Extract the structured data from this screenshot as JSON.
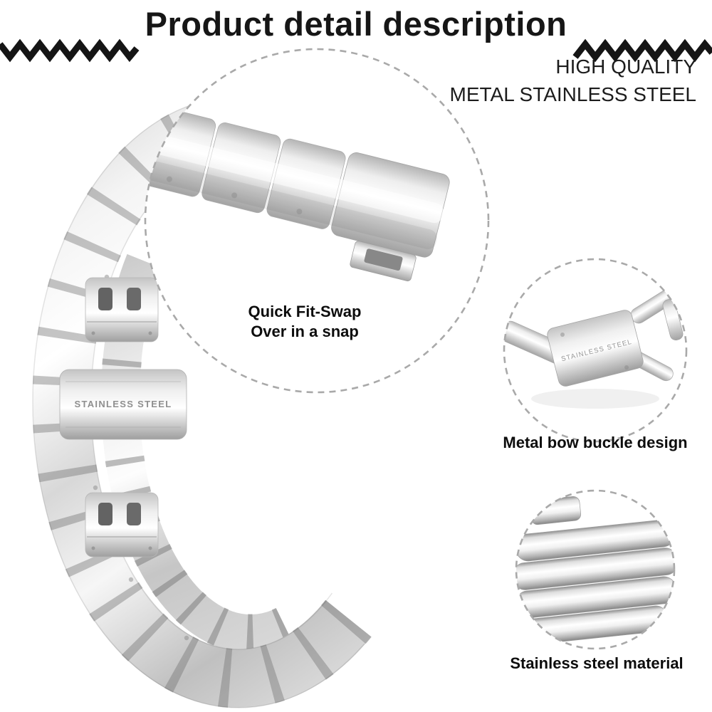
{
  "header": {
    "title": "Product detail description",
    "tagline_line1": "HIGH QUALITY",
    "tagline_line2": "METAL STAINLESS STEEL"
  },
  "callouts": {
    "quickfit_line1": "Quick Fit-Swap",
    "quickfit_line2": "Over in a snap",
    "buckle_label": "Metal bow buckle design",
    "material_label": "Stainless steel material"
  },
  "band": {
    "clasp_engraving": "STAINLESS STEEL",
    "buckle_engraving": "STAINLESS STEEL"
  },
  "colors": {
    "background": "#ffffff",
    "text": "#111111",
    "metal_light": "#f7f7f7",
    "metal_mid": "#d9d9d9",
    "metal_dark": "#9a9a9a",
    "dash_border": "#a9a9a9",
    "zigzag": "#151515"
  }
}
